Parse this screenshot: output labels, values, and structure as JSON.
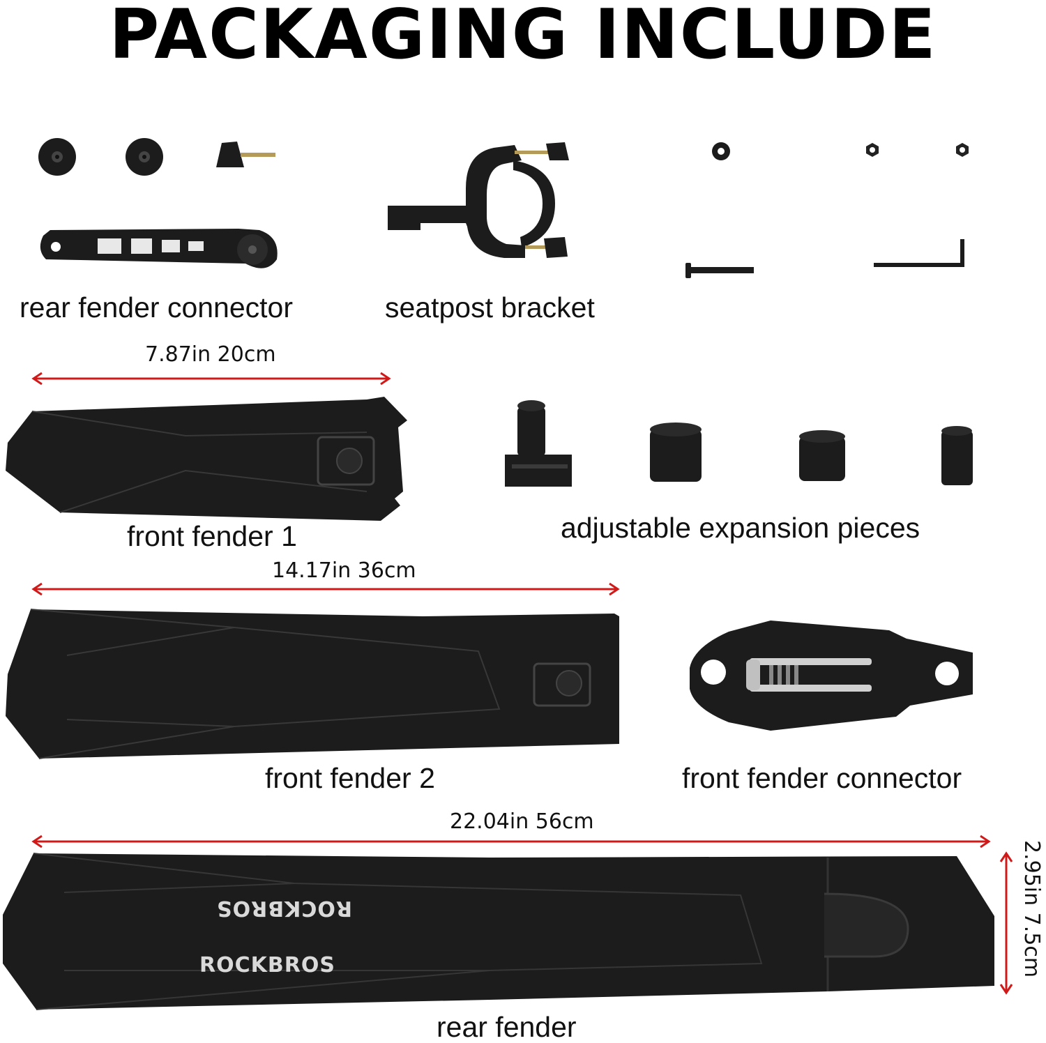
{
  "title": "PACKAGING INCLUDE",
  "labels": {
    "rear_fender_connector": "rear fender connector",
    "seatpost_bracket": "seatpost bracket",
    "front_fender_1": "front fender 1",
    "adjustable_expansion_pieces": "adjustable expansion pieces",
    "front_fender_2": "front fender 2",
    "front_fender_connector": "front fender connector",
    "rear_fender": "rear fender"
  },
  "dimensions": {
    "front_fender_1_length": "7.87in 20cm",
    "front_fender_2_length": "14.17in 36cm",
    "rear_fender_length": "22.04in  56cm",
    "rear_fender_width": "2.95in  7.5cm"
  },
  "logo_text": "ROCKBROS",
  "colors": {
    "background": "#ffffff",
    "part": "#1c1c1c",
    "part_edge": "#3a3a3a",
    "arrow": "#d01a1a",
    "text": "#111111"
  }
}
